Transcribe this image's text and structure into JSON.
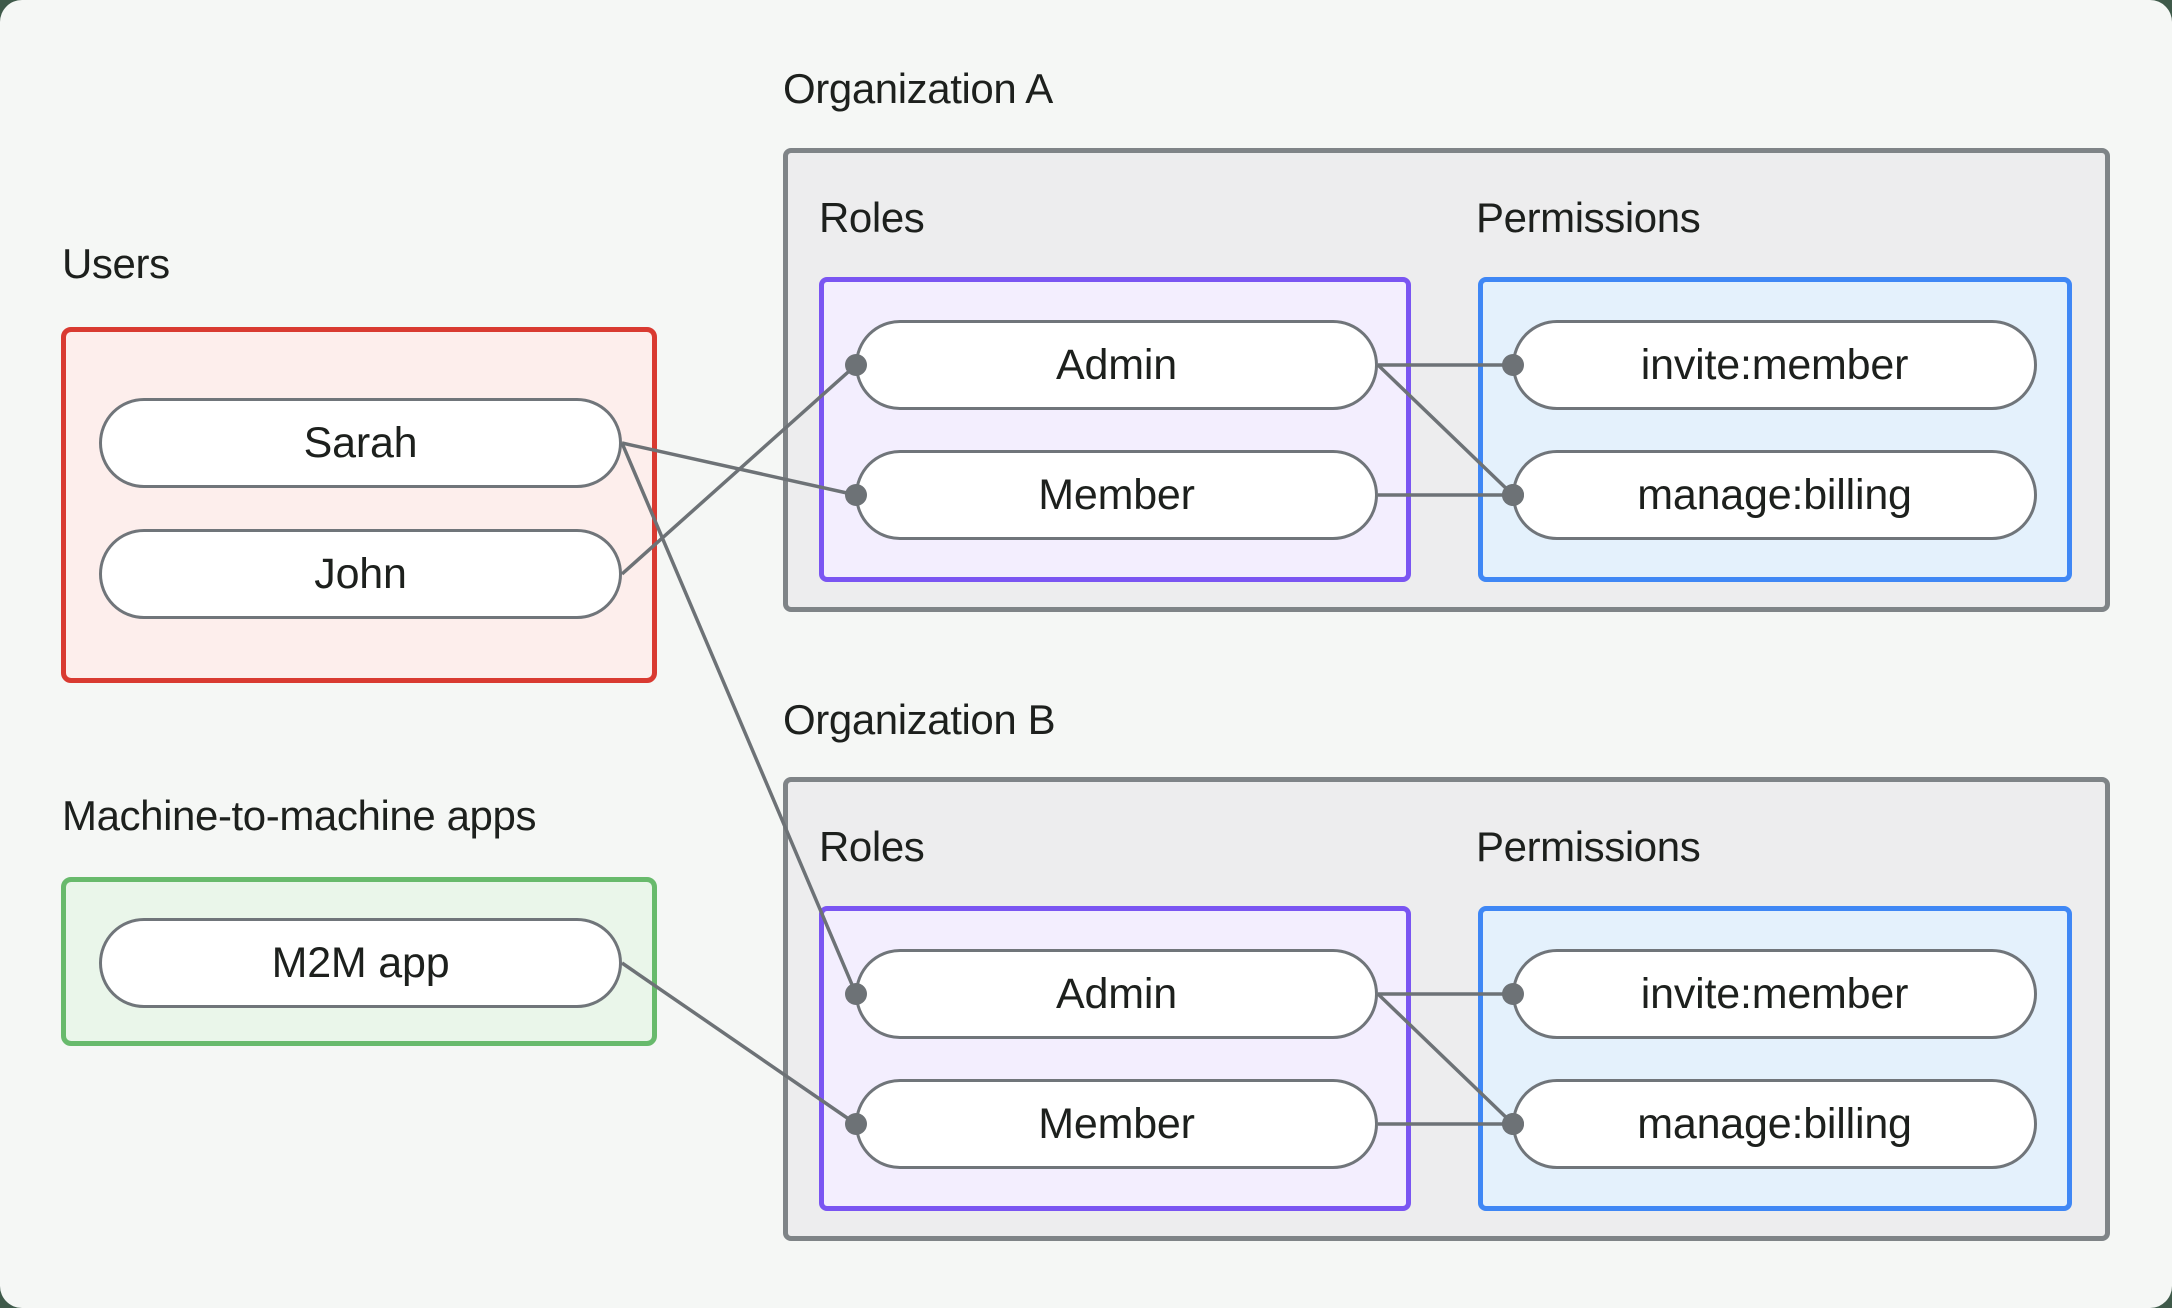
{
  "groups": {
    "users": {
      "label": "Users",
      "items": [
        "Sarah",
        "John"
      ]
    },
    "m2m": {
      "label": "Machine-to-machine apps",
      "items": [
        "M2M app"
      ]
    }
  },
  "organizations": [
    {
      "label": "Organization A",
      "roles_label": "Roles",
      "permissions_label": "Permissions",
      "roles": [
        "Admin",
        "Member"
      ],
      "permissions": [
        "invite:member",
        "manage:billing"
      ]
    },
    {
      "label": "Organization B",
      "roles_label": "Roles",
      "permissions_label": "Permissions",
      "roles": [
        "Admin",
        "Member"
      ],
      "permissions": [
        "invite:member",
        "manage:billing"
      ]
    }
  ],
  "connections": [
    {
      "from": "user-sarah",
      "to": "orgA-role-member"
    },
    {
      "from": "user-john",
      "to": "orgA-role-admin"
    },
    {
      "from": "user-sarah",
      "to": "orgB-role-admin"
    },
    {
      "from": "m2m-app",
      "to": "orgB-role-member"
    },
    {
      "from": "orgA-role-admin",
      "to": "orgA-perm-invite"
    },
    {
      "from": "orgA-role-admin",
      "to": "orgA-perm-billing"
    },
    {
      "from": "orgA-role-member",
      "to": "orgA-perm-billing"
    },
    {
      "from": "orgB-role-admin",
      "to": "orgB-perm-invite"
    },
    {
      "from": "orgB-role-admin",
      "to": "orgB-perm-billing"
    },
    {
      "from": "orgB-role-member",
      "to": "orgB-perm-billing"
    }
  ],
  "palette": {
    "page_bg": "#3f5a4a",
    "card_bg": "#f5f7f5",
    "text": "#1d201d",
    "users_border": "#d93a31",
    "users_fill": "#fdeeec",
    "m2m_border": "#68ba6c",
    "m2m_fill": "#eaf6ea",
    "org_border": "#7f8487",
    "org_fill": "#ededee",
    "roles_border": "#7a55f2",
    "roles_fill": "#f3eefe",
    "permissions_border": "#3f87f5",
    "permissions_fill": "#e4f1fc",
    "node_border": "#70757a",
    "node_fill": "#ffffff",
    "connector": "#6d7276"
  }
}
